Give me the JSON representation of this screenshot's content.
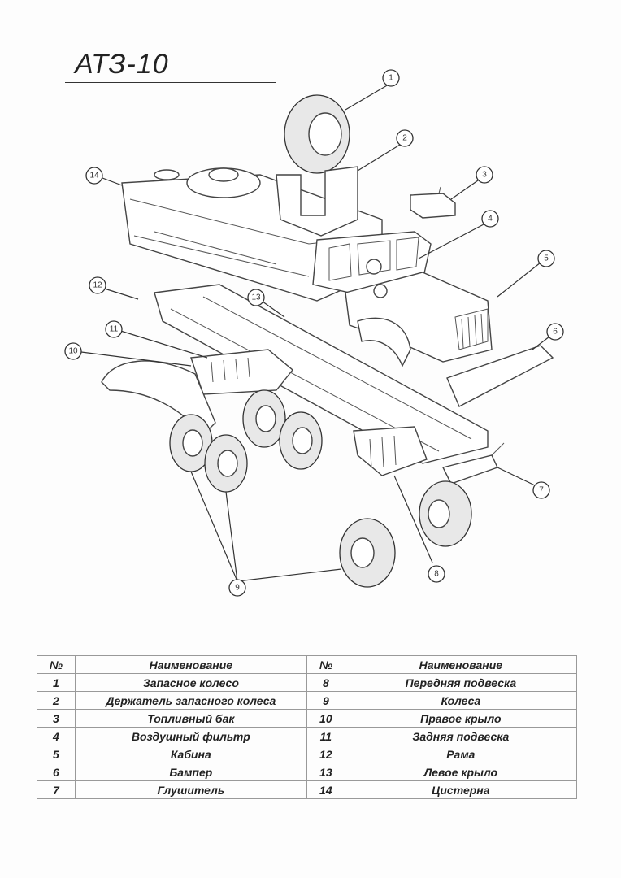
{
  "title": "АТЗ-10",
  "table": {
    "headers": [
      "№",
      "Наименование",
      "№",
      "Наименование"
    ],
    "rows": [
      [
        "1",
        "Запасное колесо",
        "8",
        "Передняя подвеска"
      ],
      [
        "2",
        "Держатель запасного колеса",
        "9",
        "Колеса"
      ],
      [
        "3",
        "Топливный бак",
        "10",
        "Правое крыло"
      ],
      [
        "4",
        "Воздушный фильтр",
        "11",
        "Задняя подвеска"
      ],
      [
        "5",
        "Кабина",
        "12",
        "Рама"
      ],
      [
        "6",
        "Бампер",
        "13",
        "Левое крыло"
      ],
      [
        "7",
        "Глушитель",
        "14",
        "Цистерна"
      ]
    ]
  },
  "callouts": [
    "1",
    "2",
    "3",
    "4",
    "5",
    "6",
    "7",
    "8",
    "9",
    "10",
    "11",
    "12",
    "13",
    "14"
  ]
}
